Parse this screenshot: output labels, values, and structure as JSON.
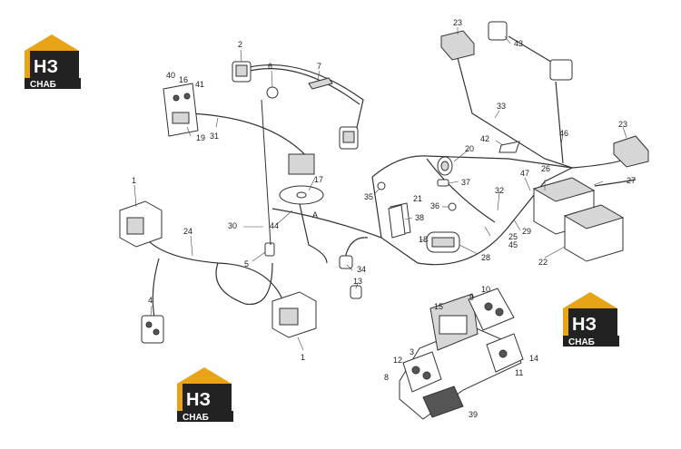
{
  "logo": {
    "mark": "НЗ",
    "text": "СНАБ",
    "colors": {
      "roof": "#e8a317",
      "dark": "#222222",
      "text": "#ffffff"
    }
  },
  "callouts": {
    "c1a": "1",
    "c1b": "1",
    "c2": "2",
    "c3": "3",
    "c4": "4",
    "c5": "5",
    "c6": "6",
    "c7": "7",
    "c8": "8",
    "c9": "9",
    "c10": "10",
    "c11": "11",
    "c12": "12",
    "c13": "13",
    "c14": "14",
    "c15": "15",
    "c16": "16",
    "c17": "17",
    "c18": "18",
    "c19": "19",
    "c20": "20",
    "c21": "21",
    "c22": "22",
    "c23a": "23",
    "c23b": "23",
    "c24": "24",
    "c25": "25",
    "c26": "26",
    "c27": "27",
    "c28": "28",
    "c29": "29",
    "c30": "30",
    "c31": "31",
    "c32": "32",
    "c33": "33",
    "c34": "34",
    "c35": "35",
    "c36": "36",
    "c37": "37",
    "c38": "38",
    "c39": "39",
    "c40": "40",
    "c41": "41",
    "c42": "42",
    "c43": "43",
    "c44": "44",
    "c45": "45",
    "c46": "46",
    "c47": "47",
    "cA": "A"
  }
}
